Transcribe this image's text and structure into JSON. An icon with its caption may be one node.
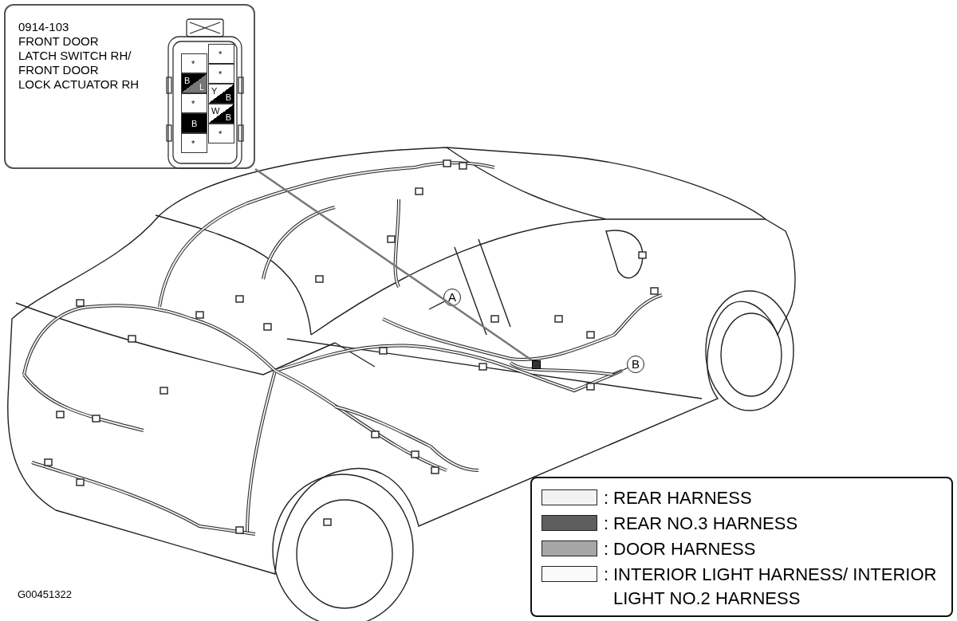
{
  "diagram": {
    "nodes": [
      {
        "text": [
          "0914-103",
          "FRONT DOOR LATCH SWITCH RH/",
          "FRONT DOOR LOCK ACTUATOR RH"
        ]
      },
      {
        "text": [],
        "shape": "box"
      },
      {
        "text": [
          "A"
        ]
      },
      {
        "text": [
          "B"
        ]
      }
    ],
    "edges": [
      {
        "from": 0,
        "to": 1,
        "arrow": "none"
      },
      {
        "from": 2,
        "to": null,
        "arrow": "none"
      },
      {
        "from": 3,
        "to": null,
        "arrow": "none"
      }
    ],
    "labels": [
      "*",
      "*",
      "*",
      "B",
      "L",
      "Y",
      "B",
      "*",
      "W",
      "B",
      "B",
      "*",
      "*",
      "G00451322",
      ":",
      ":",
      ":",
      ":"
    ],
    "legend": [
      {
        "text": "REAR HARNESS",
        "color": "#f2f2f2"
      },
      {
        "text": "REAR NO.3 HARNESS",
        "color": "#5e5e5e"
      },
      {
        "text": "DOOR HARNESS",
        "color": "#a6a6a6"
      },
      {
        "text": "INTERIOR LIGHT HARNESS/ INTERIOR LIGHT NO.2 HARNESS",
        "color": "#fafafa"
      }
    ]
  }
}
